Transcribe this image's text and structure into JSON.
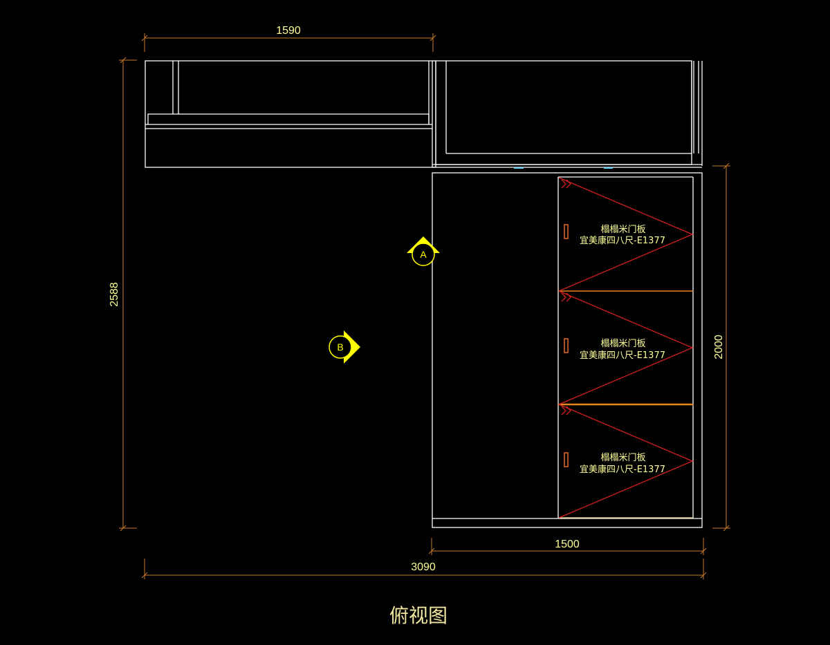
{
  "colors": {
    "background": "#000000",
    "outline": "#ffffff",
    "dimension": "#c8782a",
    "dimension_text": "#ffff99",
    "door_swing": "#d42020",
    "shelf_line": "#e8861a",
    "marker": "#ffff00",
    "handle": "#e86a2a",
    "accent_cyan": "#6ad1ff",
    "title": "#f2e8a0"
  },
  "dimensions": {
    "top_width": "1590",
    "left_height": "2588",
    "right_height": "2000",
    "wardrobe_width": "1500",
    "total_width": "3090"
  },
  "markers": {
    "a": "A",
    "b": "B"
  },
  "door_panels": [
    {
      "line1": "榻榻米门板",
      "line2": "宜美康四八尺-E1377"
    },
    {
      "line1": "榻榻米门板",
      "line2": "宜美康四八尺-E1377"
    },
    {
      "line1": "榻榻米门板",
      "line2": "宜美康四八尺-E1377"
    }
  ],
  "title": "俯视图"
}
